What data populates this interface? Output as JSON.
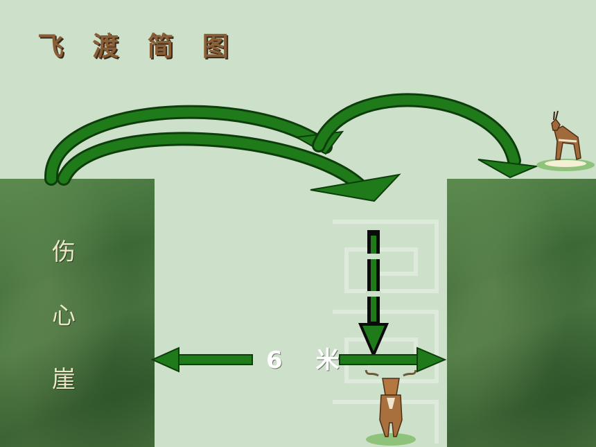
{
  "title": "飞 渡 简 图",
  "cliff_label": [
    "伤",
    "心",
    "崖"
  ],
  "distance_label": "6 米",
  "colors": {
    "background": "#cde0ca",
    "arrow_fill": "#1f7a1a",
    "arrow_stroke": "#0e3d0c",
    "title": "#8a5e37",
    "cliff": "#4a7a42"
  },
  "icons": [
    "antelope-icon",
    "antelope-front-icon"
  ]
}
